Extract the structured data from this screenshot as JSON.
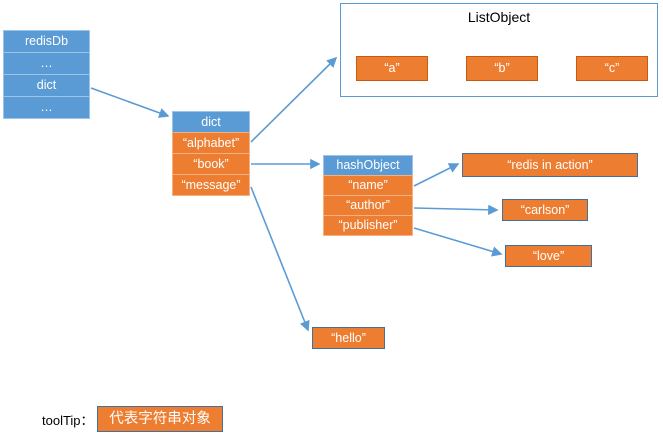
{
  "colors": {
    "blue": "#5B9BD5",
    "blue_border": "#9DC3E6",
    "orange": "#ED7D31",
    "orange_border_light": "#F4B183",
    "orange_border_dark": "#C55A11",
    "steel_border": "#41719C",
    "text_light": "#FFFFFF",
    "text_dark": "#000000"
  },
  "redisdb_stack": {
    "rows": [
      "redisDb",
      "…",
      "dict",
      "…"
    ]
  },
  "dict_table": {
    "header": "dict",
    "rows": [
      "“alphabet”",
      "“book”",
      "“message”"
    ]
  },
  "list_object": {
    "title": "ListObject",
    "items": [
      "“a”",
      "“b”",
      "“c”"
    ]
  },
  "hash_object": {
    "header": "hashObject",
    "rows": [
      "“name”",
      "“author”",
      "“publisher”"
    ]
  },
  "string_objects": {
    "redis_in_action": "“redis in action”",
    "carlson": "“carlson”",
    "love": "“love”",
    "hello": "“hello”"
  },
  "tooltip": {
    "label": "toolTip：",
    "value": "代表字符串对象"
  }
}
